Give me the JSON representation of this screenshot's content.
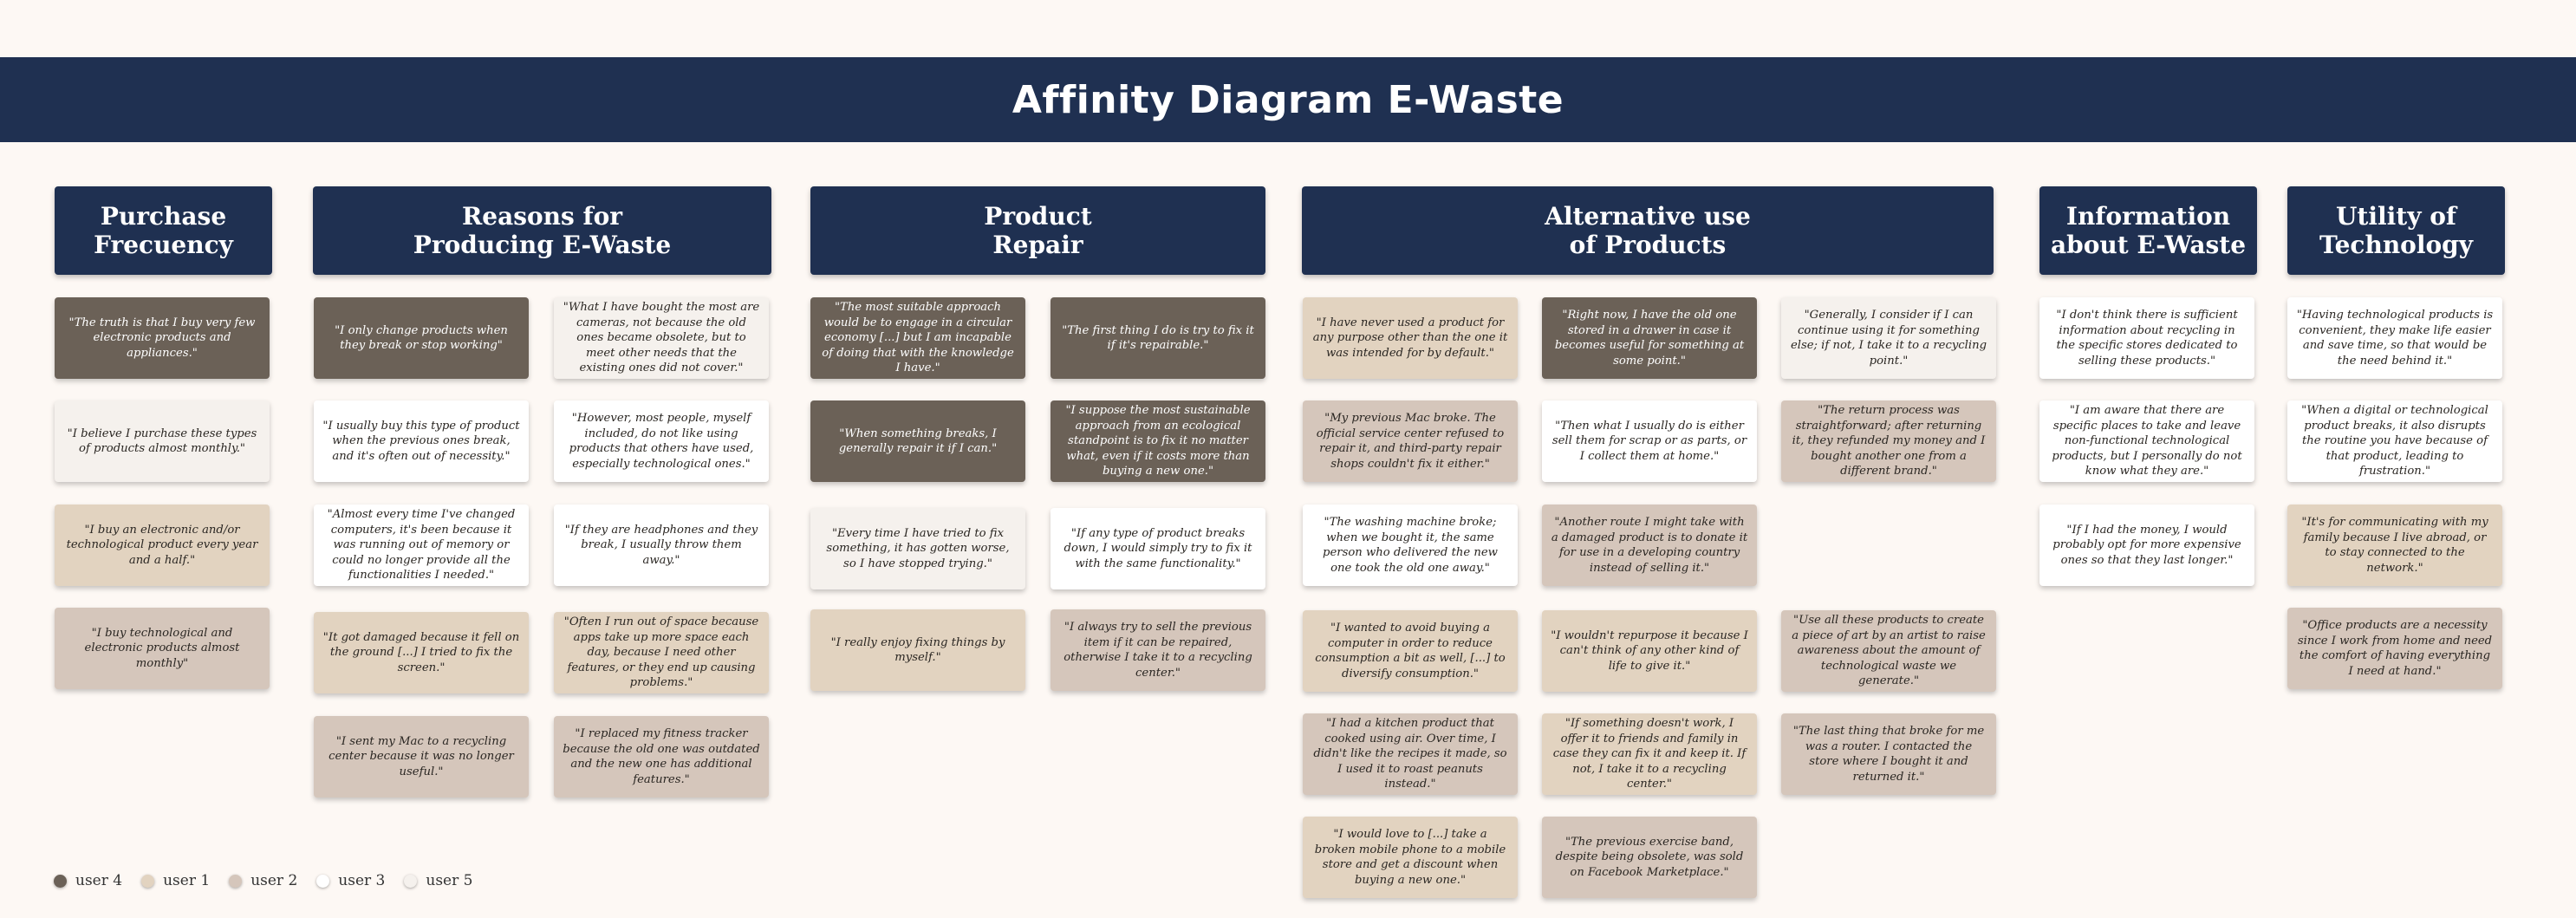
{
  "title": "Affinity Diagram E-Waste",
  "colors": {
    "banner": "#1f3051",
    "user4": "#6b6157",
    "user1": "#e2d3c0",
    "user2": "#d5c6bb",
    "user3": "#ffffff",
    "user5": "#f5f1ed"
  },
  "categories": [
    {
      "id": "purchase",
      "label": "Purchase\nFrecuency"
    },
    {
      "id": "reasons",
      "label": "Reasons for\nProducing E-Waste"
    },
    {
      "id": "repair",
      "label": "Product\nRepair"
    },
    {
      "id": "alternative",
      "label": "Alternative use\nof Products"
    },
    {
      "id": "information",
      "label": "Information\nabout  E-Waste"
    },
    {
      "id": "utility",
      "label": "Utility of\nTechnology"
    }
  ],
  "notes": [
    {
      "category": "purchase",
      "user": "user 4",
      "text": "\"The truth is that I buy very few electronic products and appliances.\""
    },
    {
      "category": "purchase",
      "user": "user 5",
      "text": "\"I believe I purchase these types of products almost monthly.\""
    },
    {
      "category": "purchase",
      "user": "user 1",
      "text": "\"I buy an electronic and/or technological product every year and a half.\""
    },
    {
      "category": "purchase",
      "user": "user 2",
      "text": "\"I buy technological and electronic products almost monthly\""
    },
    {
      "category": "reasons",
      "user": "user 4",
      "text": "\"I only change products when they break or stop working\""
    },
    {
      "category": "reasons",
      "user": "user 5",
      "text": "\"What I have bought the most are cameras, not because the old ones became obsolete, but to meet other needs that the existing ones did not cover.\""
    },
    {
      "category": "reasons",
      "user": "user 3",
      "text": "\"I usually buy this type of product when the previous ones break, and it's often out of necessity.\""
    },
    {
      "category": "reasons",
      "user": "user 3",
      "text": "\"However, most people, myself included, do not like using products that others have used, especially technological ones.\""
    },
    {
      "category": "reasons",
      "user": "user 3",
      "text": "\"Almost every time I've changed computers, it's been because it was running out of memory or could no longer provide all the functionalities I needed.\""
    },
    {
      "category": "reasons",
      "user": "user 3",
      "text": "\"If they are headphones and they break, I usually throw them away.\""
    },
    {
      "category": "reasons",
      "user": "user 1",
      "text": "\"It got damaged because it fell on the ground [...] I tried to fix the screen.\""
    },
    {
      "category": "reasons",
      "user": "user 1",
      "text": "\"Often I run out of space because apps take up more space each day, because I need other features, or they end up causing problems.\""
    },
    {
      "category": "reasons",
      "user": "user 2",
      "text": "\"I sent my Mac to a recycling center because it was no longer useful.\""
    },
    {
      "category": "reasons",
      "user": "user 2",
      "text": "\"I replaced my fitness tracker because the old one was outdated and the new one has additional features.\""
    },
    {
      "category": "repair",
      "user": "user 4",
      "text": "\"The most suitable approach would be to engage in a circular economy [...] but I am incapable of doing that with the knowledge I have.\""
    },
    {
      "category": "repair",
      "user": "user 4",
      "text": "\"The first thing I do is try to fix it if it's repairable.\""
    },
    {
      "category": "repair",
      "user": "user 4",
      "text": "\"When something breaks, I generally repair it if I can.\""
    },
    {
      "category": "repair",
      "user": "user 4",
      "text": "\"I suppose the most sustainable approach from an ecological standpoint is to fix it no matter what, even if it costs more than buying a new one.\""
    },
    {
      "category": "repair",
      "user": "user 5",
      "text": "\"Every time I have tried to fix something, it has gotten worse, so I have stopped trying.\""
    },
    {
      "category": "repair",
      "user": "user 3",
      "text": "\"If any type of product breaks down, I would simply try to fix it with the same functionality.\""
    },
    {
      "category": "repair",
      "user": "user 1",
      "text": "\"I really enjoy fixing things by myself.\""
    },
    {
      "category": "repair",
      "user": "user 2",
      "text": "\"I always try to sell the previous item if it can be repaired, otherwise I take it to a recycling center.\""
    },
    {
      "category": "alternative",
      "user": "user 1",
      "text": "\"I have never used a product for any purpose other than the one it was intended for by default.\""
    },
    {
      "category": "alternative",
      "user": "user 4",
      "text": "\"Right now, I have the old one stored in a drawer in case it becomes useful for something at some point.\""
    },
    {
      "category": "alternative",
      "user": "user 5",
      "text": "\"Generally, I consider if I can continue using it for something else; if not, I take it to a recycling point.\""
    },
    {
      "category": "alternative",
      "user": "user 2",
      "text": "\"My previous Mac broke. The official service center refused to repair it, and third-party repair shops couldn't fix it either.\""
    },
    {
      "category": "alternative",
      "user": "user 3",
      "text": "\"Then what I usually do is either sell them for scrap or as parts, or I collect them at home.\""
    },
    {
      "category": "alternative",
      "user": "user 2",
      "text": "\"The return process was straightforward; after returning it, they refunded my money and I bought another one from a different brand.\""
    },
    {
      "category": "alternative",
      "user": "user 3",
      "text": "\"The washing machine broke; when we bought it, the same person who delivered the new one took the old one away.\""
    },
    {
      "category": "alternative",
      "user": "user 2",
      "text": "\"Another route I might take with a damaged product is to donate it for use in a developing country instead of selling it.\""
    },
    {
      "category": "alternative",
      "user": "user 1",
      "text": "\"I wanted to avoid buying a computer in order to reduce consumption a bit as well, [...] to diversify consumption.\""
    },
    {
      "category": "alternative",
      "user": "user 1",
      "text": "\"I wouldn't repurpose it because I can't think of any other kind of life to give it.\""
    },
    {
      "category": "alternative",
      "user": "user 2",
      "text": "\"Use all these products to create a piece of art by an artist to raise awareness about the amount of technological waste we generate.\""
    },
    {
      "category": "alternative",
      "user": "user 2",
      "text": "\"I had a kitchen product that cooked using air. Over time, I didn't like the recipes it made, so I used it to roast peanuts instead.\""
    },
    {
      "category": "alternative",
      "user": "user 1",
      "text": "\"If something doesn't work, I offer it to friends and family in case they can fix it and keep it. If not, I take it to a recycling center.\""
    },
    {
      "category": "alternative",
      "user": "user 2",
      "text": "\"The last thing that broke for me was a router. I contacted the store where I bought it and returned it.\""
    },
    {
      "category": "alternative",
      "user": "user 1",
      "text": "\"I would love to [...] take a broken mobile phone to a mobile store and get a discount when buying a new one.\""
    },
    {
      "category": "alternative",
      "user": "user 2",
      "text": "\"The previous exercise band, despite being obsolete, was sold on Facebook Marketplace.\""
    },
    {
      "category": "information",
      "user": "user 3",
      "text": "\"I don't think there is sufficient information about recycling in the specific stores dedicated to selling these products.\""
    },
    {
      "category": "information",
      "user": "user 3",
      "text": "\"I am aware that there are specific places to take and leave non-functional technological products, but I personally do not know what they are.\""
    },
    {
      "category": "information",
      "user": "user 3",
      "text": "\"If I had the money, I would probably opt for more expensive ones so that they last longer.\""
    },
    {
      "category": "utility",
      "user": "user 3",
      "text": "\"Having technological products is convenient, they make life easier and save time, so that would be the need behind it.\""
    },
    {
      "category": "utility",
      "user": "user 3",
      "text": "\"When a digital or technological product breaks, it also disrupts the routine you have because of that product, leading to frustration.\""
    },
    {
      "category": "utility",
      "user": "user 1",
      "text": "\"It's for communicating with my family because I live abroad, or to stay connected to the network.\""
    },
    {
      "category": "utility",
      "user": "user 2",
      "text": "\"Office products are a necessity since I work from home and need the comfort of having everything I need at hand.\""
    }
  ],
  "legend": [
    {
      "label": "user 4",
      "color": "#6b6157"
    },
    {
      "label": "user 1",
      "color": "#e2d3c0"
    },
    {
      "label": "user 2",
      "color": "#d5c6bb"
    },
    {
      "label": "user 3",
      "color": "#ffffff"
    },
    {
      "label": "user 5",
      "color": "#f5f1ed"
    }
  ]
}
